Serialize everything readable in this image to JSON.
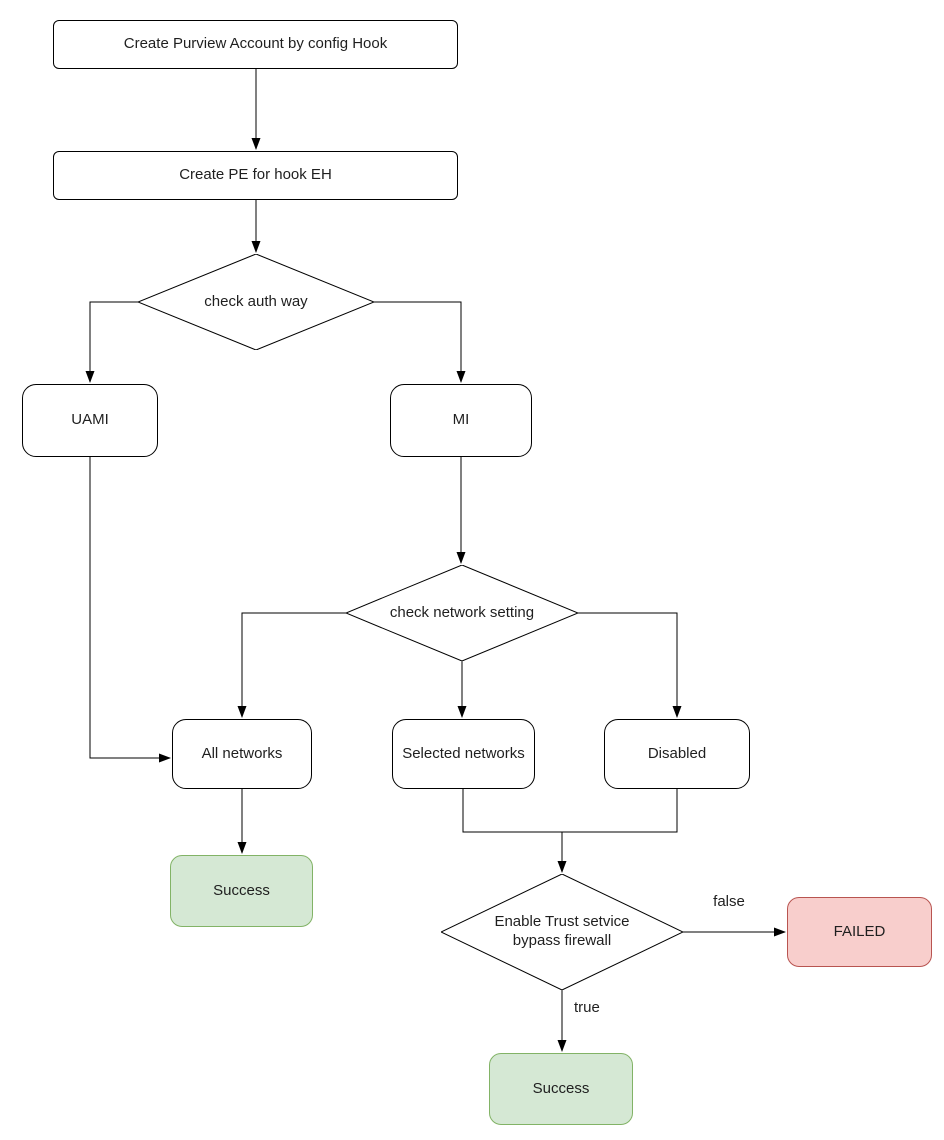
{
  "diagram": {
    "type": "flowchart",
    "background": "#ffffff",
    "colors": {
      "node_fill": "#ffffff",
      "node_stroke": "#000000",
      "success_fill": "#d5e8d4",
      "success_stroke": "#82b366",
      "failed_fill": "#f8cecc",
      "failed_stroke": "#b85450",
      "connector": "#000000",
      "text": "#1f1f1f"
    },
    "nodes": {
      "start": {
        "label": "Create Purview Account by config Hook",
        "shape": "rectangle"
      },
      "create_pe": {
        "label": "Create PE for hook EH",
        "shape": "rectangle"
      },
      "check_auth": {
        "label": "check auth way",
        "shape": "diamond"
      },
      "uami": {
        "label": "UAMI",
        "shape": "rounded"
      },
      "mi": {
        "label": "MI",
        "shape": "rounded"
      },
      "check_network": {
        "label": "check network setting",
        "shape": "diamond"
      },
      "all_networks": {
        "label": "All networks",
        "shape": "rounded"
      },
      "selected_networks": {
        "label": "Selected networks",
        "shape": "rounded"
      },
      "disabled": {
        "label": "Disabled",
        "shape": "rounded"
      },
      "success_all": {
        "label": "Success",
        "shape": "rounded",
        "status": "success"
      },
      "trust_check": {
        "label": "Enable Trust setvice bypass firewall",
        "label_lines": [
          "Enable Trust setvice",
          "bypass firewall"
        ],
        "shape": "diamond"
      },
      "failed": {
        "label": "FAILED",
        "shape": "rounded",
        "status": "failed"
      },
      "success_trust": {
        "label": "Success",
        "shape": "rounded",
        "status": "success"
      }
    },
    "edge_labels": {
      "false_branch": "false",
      "true_branch": "true"
    },
    "edges": [
      {
        "from": "start",
        "to": "create_pe"
      },
      {
        "from": "create_pe",
        "to": "check_auth"
      },
      {
        "from": "check_auth",
        "to": "uami"
      },
      {
        "from": "check_auth",
        "to": "mi"
      },
      {
        "from": "uami",
        "to": "all_networks"
      },
      {
        "from": "mi",
        "to": "check_network"
      },
      {
        "from": "check_network",
        "to": "all_networks"
      },
      {
        "from": "check_network",
        "to": "selected_networks"
      },
      {
        "from": "check_network",
        "to": "disabled"
      },
      {
        "from": "all_networks",
        "to": "success_all"
      },
      {
        "from": "selected_networks",
        "to": "trust_check"
      },
      {
        "from": "disabled",
        "to": "trust_check"
      },
      {
        "from": "trust_check",
        "to": "failed",
        "label": "false"
      },
      {
        "from": "trust_check",
        "to": "success_trust",
        "label": "true"
      }
    ]
  }
}
